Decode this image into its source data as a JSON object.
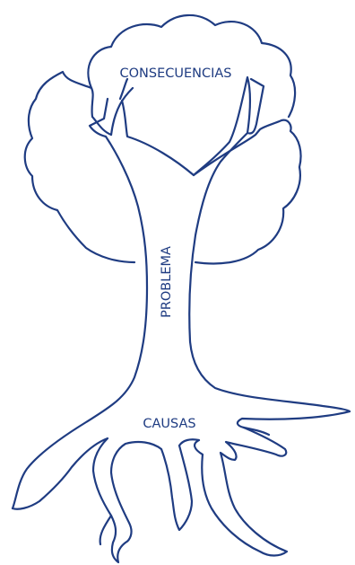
{
  "diagram": {
    "type": "problem-tree",
    "labels": {
      "consequences": "CONSECUENCIAS",
      "problem": "PROBLEMA",
      "causes": "CAUSAS"
    },
    "colors": {
      "stroke": "#1f3c82",
      "text": "#1f3c82",
      "background": "#ffffff"
    }
  }
}
